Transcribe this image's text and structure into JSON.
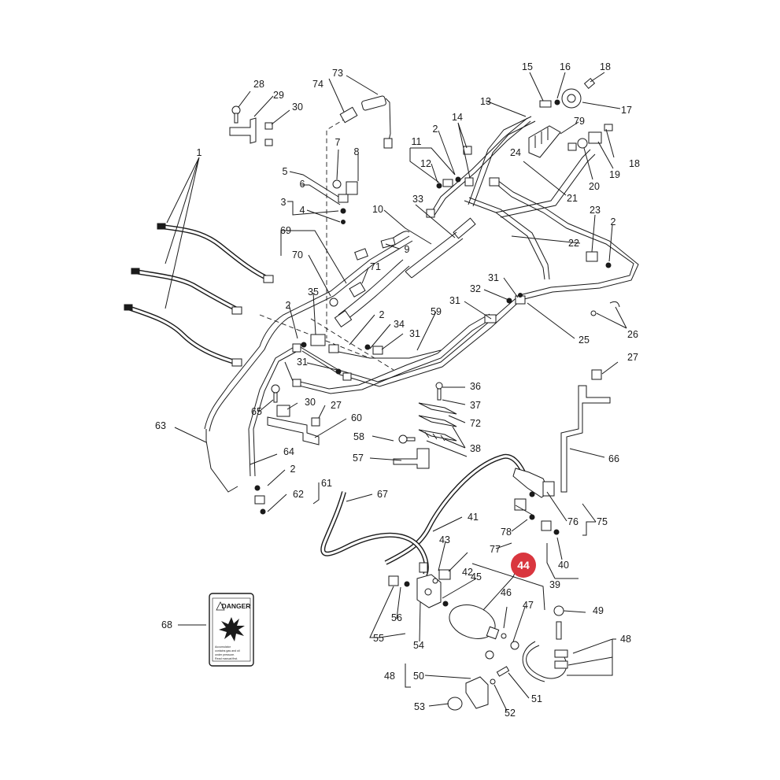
{
  "diagram": {
    "callouts": [
      "1",
      "2",
      "3",
      "4",
      "5",
      "6",
      "7",
      "8",
      "9",
      "10",
      "11",
      "12",
      "13",
      "14",
      "15",
      "16",
      "17",
      "18",
      "19",
      "20",
      "21",
      "22",
      "23",
      "24",
      "25",
      "26",
      "27",
      "28",
      "29",
      "30",
      "31",
      "32",
      "33",
      "34",
      "35",
      "36",
      "37",
      "38",
      "39",
      "40",
      "41",
      "42",
      "43",
      "44",
      "45",
      "46",
      "47",
      "48",
      "49",
      "50",
      "51",
      "52",
      "53",
      "54",
      "55",
      "56",
      "57",
      "58",
      "59",
      "60",
      "61",
      "62",
      "63",
      "64",
      "65",
      "66",
      "67",
      "68",
      "69",
      "70",
      "71",
      "72",
      "73",
      "74",
      "75",
      "76",
      "77",
      "78",
      "79"
    ],
    "highlighted_callout": "44",
    "highlight_color": "#d9363e",
    "line_color": "#1a1a1a",
    "danger_decal": {
      "title": "DANGER",
      "lines": [
        "Accumulator",
        "contains gas and oil",
        "under pressure.",
        "Read manual first."
      ],
      "icon": "explosion-icon"
    }
  }
}
